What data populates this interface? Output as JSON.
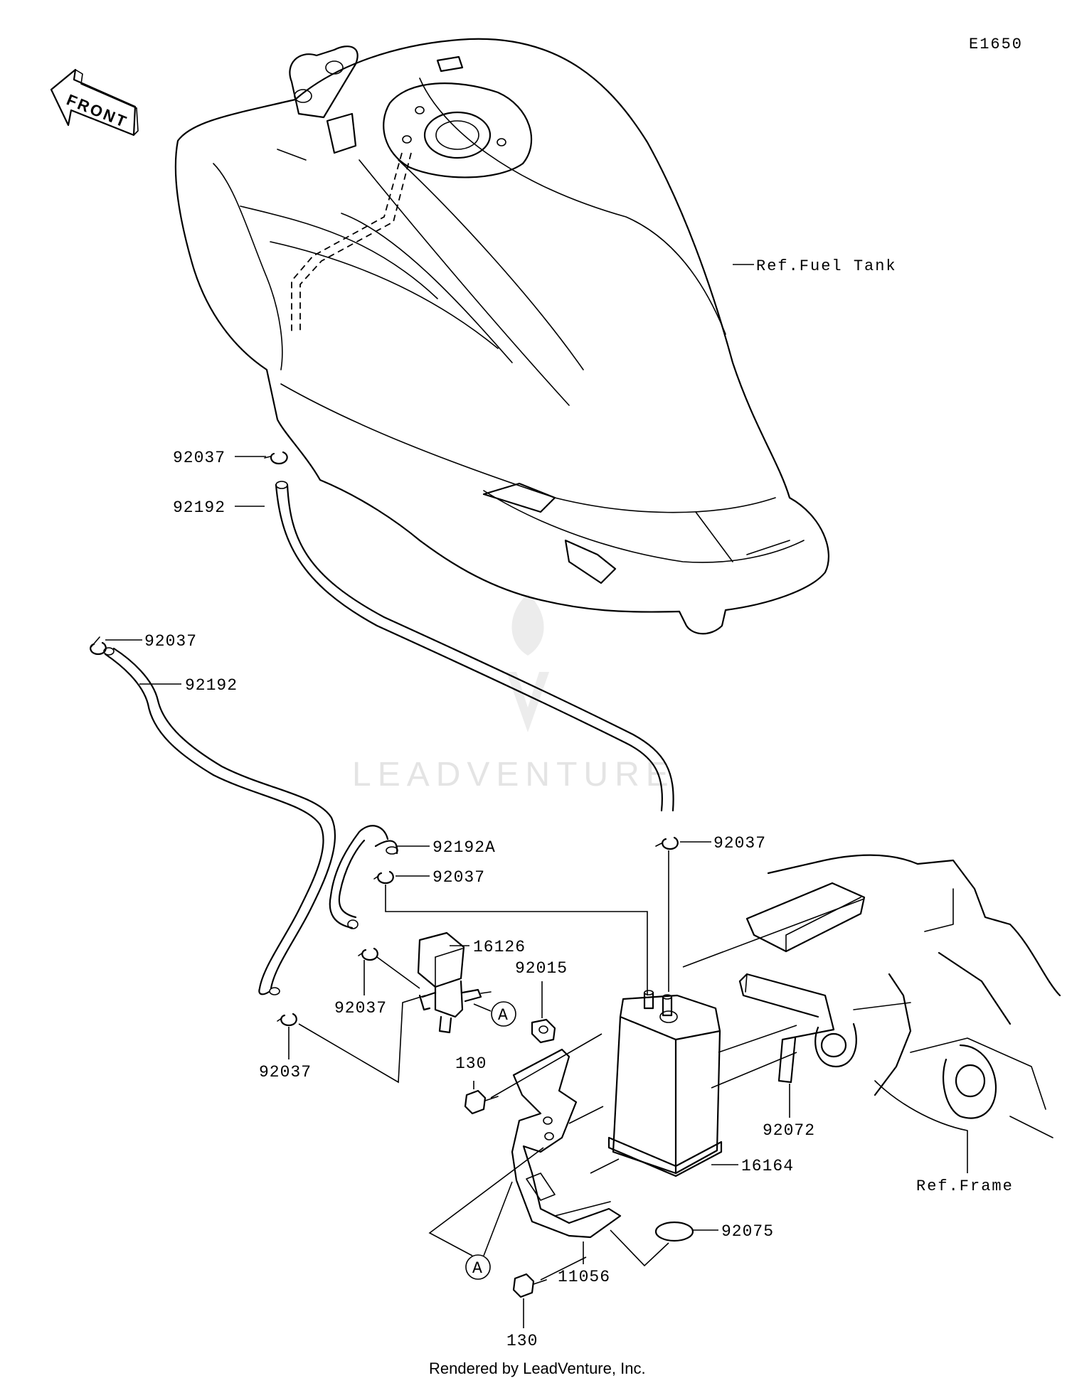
{
  "diagram_code": "E1650",
  "front_indicator": "FRONT",
  "watermark": "LEADVENTURE",
  "footer": "Rendered by LeadVenture, Inc.",
  "references": {
    "fuel_tank": "Ref.Fuel Tank",
    "frame": "Ref.Frame"
  },
  "callouts": {
    "a_upper": "A",
    "a_lower": "A"
  },
  "parts": {
    "clamp_tank_outlet": "92037",
    "hose_tank_to_canister": "92192",
    "clamp_upper_left": "92037",
    "hose_long_left": "92192",
    "hose_short": "92192A",
    "clamp_short_hose": "92037",
    "clamp_canister_top": "92037",
    "solenoid_valve": "16126",
    "nut": "92015",
    "clamp_valve_left": "92037",
    "clamp_lower_left": "92037",
    "bolt_upper": "130",
    "strap_band": "92072",
    "canister": "16164",
    "ref_frame_label": "Ref.Frame",
    "damper_pad": "92075",
    "bracket": "11056",
    "bolt_lower": "130"
  }
}
